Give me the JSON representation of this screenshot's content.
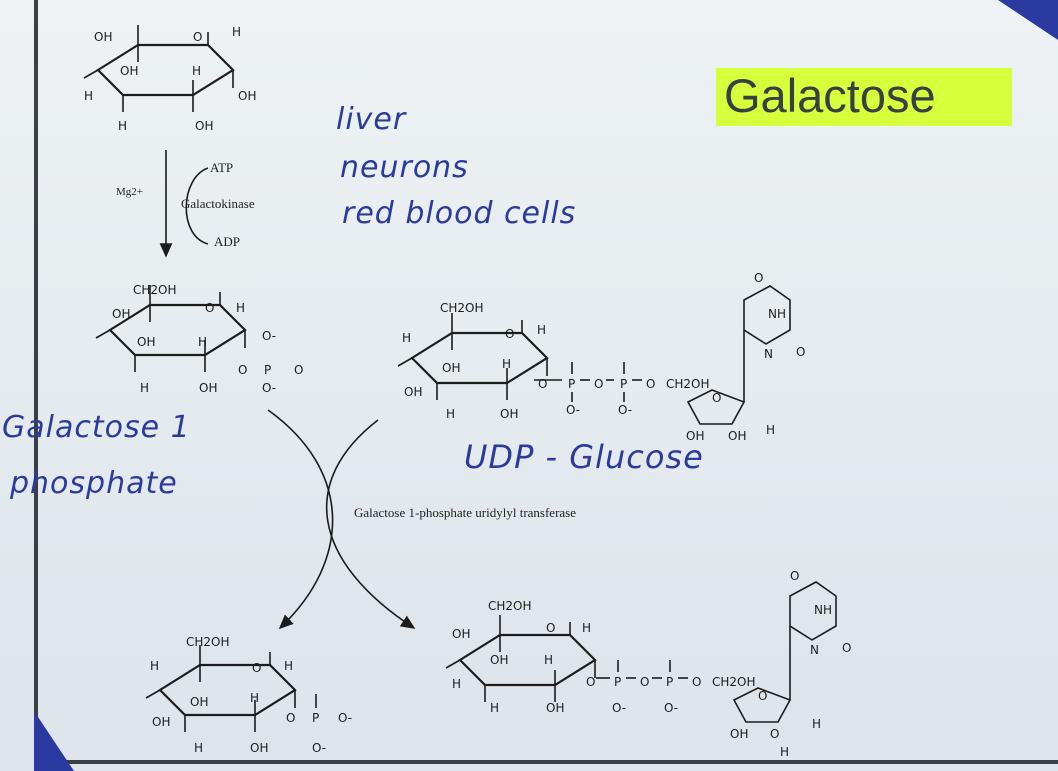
{
  "title": "Galactose",
  "handwriting": {
    "tissues": [
      "liver",
      "neurons",
      "red blood cells"
    ],
    "gal1p_line1": "Galactose 1",
    "gal1p_line2": "phosphate",
    "udp_glucose": "UDP - Glucose"
  },
  "reaction1": {
    "cofactor": "Mg2+",
    "atp": "ATP",
    "enzyme": "Galactokinase",
    "adp": "ADP"
  },
  "reaction2": {
    "enzyme": "Galactose 1-phosphate uridylyl transferase"
  },
  "structure_atoms": {
    "ch2oh": "CH2OH",
    "oh": "OH",
    "h": "H",
    "o": "O",
    "nh": "NH",
    "n": "N",
    "p": "P",
    "ominus": "O-"
  },
  "colors": {
    "highlight": "#d6ff3c",
    "ink": "#2a3b9c",
    "frame": "#3b3f44",
    "corner_accent": "#2b3aa0"
  }
}
